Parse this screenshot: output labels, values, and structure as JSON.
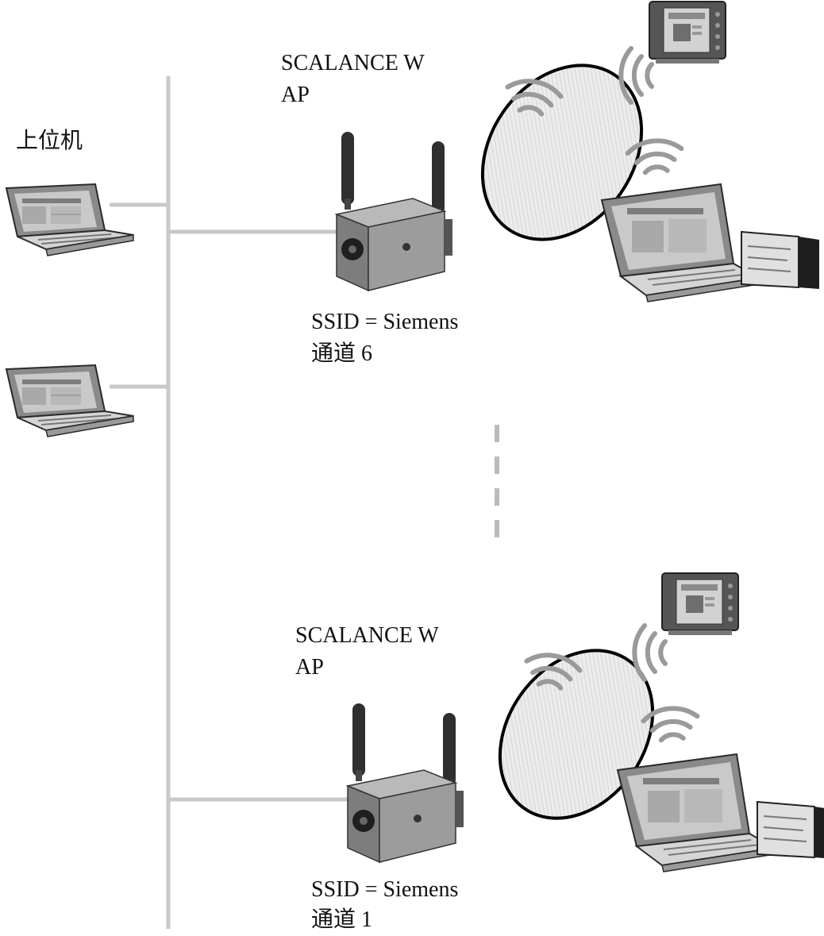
{
  "host": {
    "label": "上位机"
  },
  "access_points": [
    {
      "title_line1": "SCALANCE W",
      "title_line2": "AP",
      "ssid": "SSID = Siemens",
      "channel": "通道 6"
    },
    {
      "title_line1": "SCALANCE W",
      "title_line2": "AP",
      "ssid": "SSID = Siemens",
      "channel": "通道 1"
    }
  ],
  "icons": {
    "host_pc": "laptop-icon",
    "access_point": "router-icon",
    "panel": "hmi-panel-icon",
    "client": "laptop-with-card-icon",
    "signal": "wifi-signal-icon"
  },
  "colors": {
    "bus_line": "#c8c8c8",
    "coverage_fill": "#e2e2e2",
    "device": "#555555"
  }
}
